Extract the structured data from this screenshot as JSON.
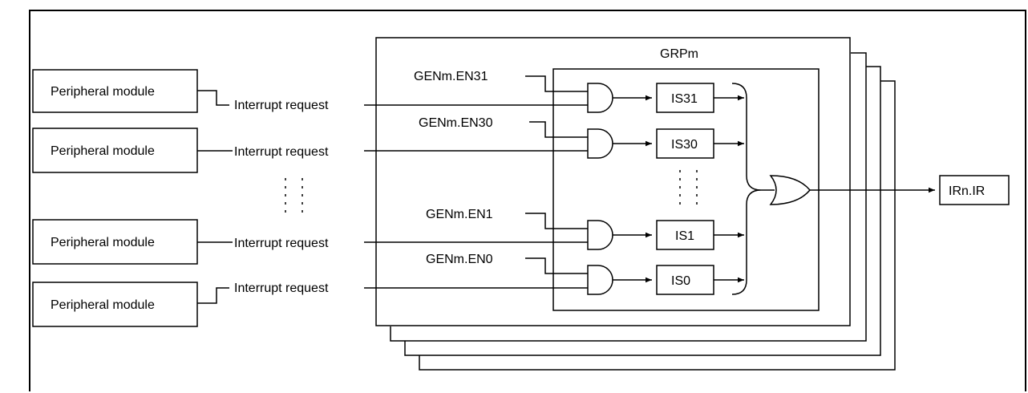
{
  "peripherals": [
    {
      "label": "Peripheral module",
      "request": "Interrupt request"
    },
    {
      "label": "Peripheral module",
      "request": "Interrupt request"
    },
    {
      "label": "Peripheral module",
      "request": "Interrupt request"
    },
    {
      "label": "Peripheral module",
      "request": "Interrupt request"
    }
  ],
  "group": {
    "title": "GRPm",
    "channels": [
      {
        "enable": "GENm.EN31",
        "status": "IS31"
      },
      {
        "enable": "GENm.EN30",
        "status": "IS30"
      },
      {
        "enable": "GENm.EN1",
        "status": "IS1"
      },
      {
        "enable": "GENm.EN0",
        "status": "IS0"
      }
    ]
  },
  "output": {
    "label": "IRn.IR"
  }
}
